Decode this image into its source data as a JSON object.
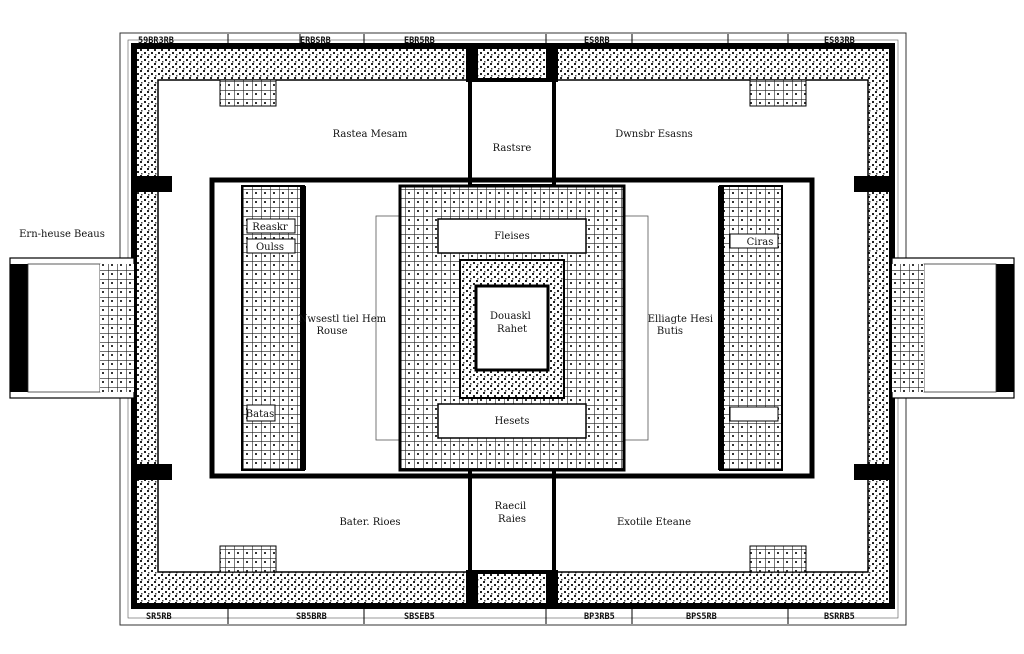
{
  "plan": {
    "labels": {
      "top_left_zone": "Rastea Mesam",
      "top_right_zone": "Dwnsbr Esasns",
      "top_corridor": "Rastsre",
      "west_entry": "Ern-heuse Beaus",
      "center_top_hall": "Fleises",
      "center_court": "Douaskl\nRahet",
      "center_bottom_hall": "Hesets",
      "west_wing": "Nwsestl tiel Hem\nRouse",
      "east_wing": "Elliagte Hesi\nButis",
      "west_room_upper": "Reaskr",
      "west_room_mid": "Oulss",
      "west_room_lower": "Batas",
      "east_room": "Ciras",
      "bottom_corridor": "Raecil\nRaies",
      "bottom_left_zone": "Bater. Rioes",
      "bottom_right_zone": "Exotile Eteane"
    },
    "dims_top": [
      "59BR3RB",
      "ERBSRB",
      "EBR5RB",
      "ES8RB",
      "ES83RB"
    ],
    "dims_bottom": [
      "SR5RB",
      "SB5BRB",
      "SBSEB5",
      "BP3RB5",
      "BPS5RB",
      "BSRRB5"
    ]
  }
}
